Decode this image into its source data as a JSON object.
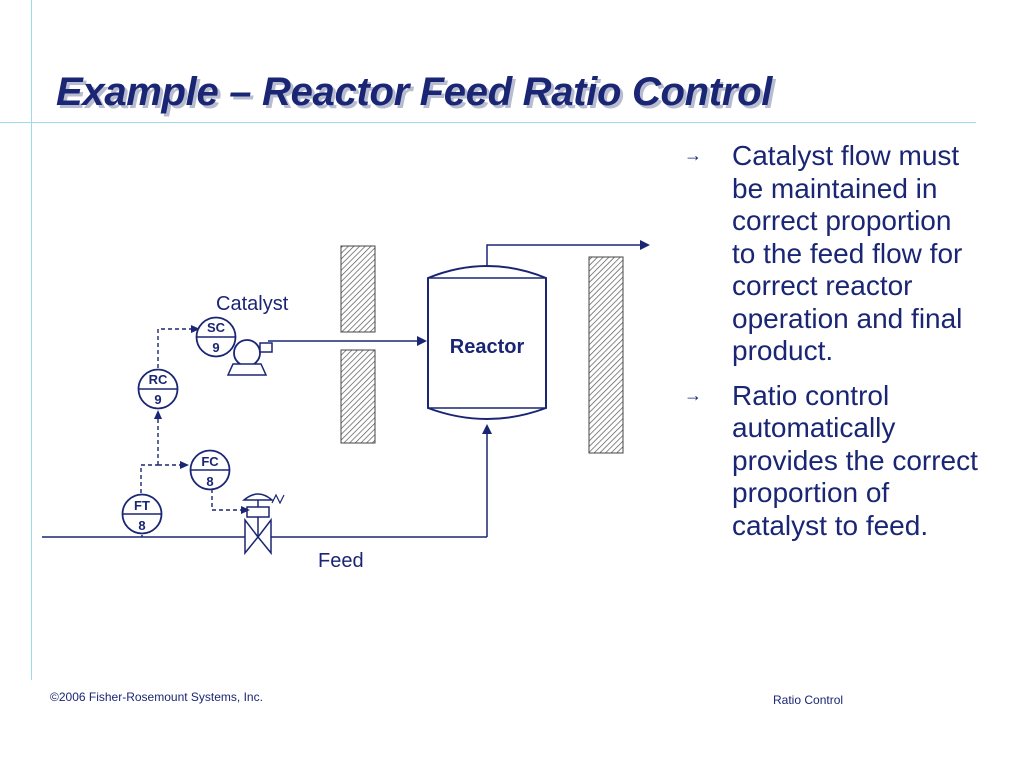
{
  "slide": {
    "title": "Example – Reactor Feed Ratio Control",
    "footer_left": "©2006 Fisher-Rosemount Systems, Inc.",
    "footer_right": "Ratio Control"
  },
  "bullets": [
    {
      "icon": "arrow-right-icon",
      "text": "Catalyst flow must be maintained in correct proportion to the feed flow for correct reactor operation and final product."
    },
    {
      "icon": "arrow-right-icon",
      "text": "Ratio control automatically provides the correct proportion of catalyst to feed."
    }
  ],
  "diagram": {
    "reactor_label": "Reactor",
    "catalyst_label": "Catalyst",
    "feed_label": "Feed",
    "instruments": [
      {
        "tag": "SC",
        "loop": "9"
      },
      {
        "tag": "RC",
        "loop": "9"
      },
      {
        "tag": "FC",
        "loop": "8"
      },
      {
        "tag": "FT",
        "loop": "8"
      }
    ]
  },
  "colors": {
    "primary": "#1a2674",
    "accent_line": "#9fdde6",
    "title_shadow": "#b8bcd0"
  }
}
